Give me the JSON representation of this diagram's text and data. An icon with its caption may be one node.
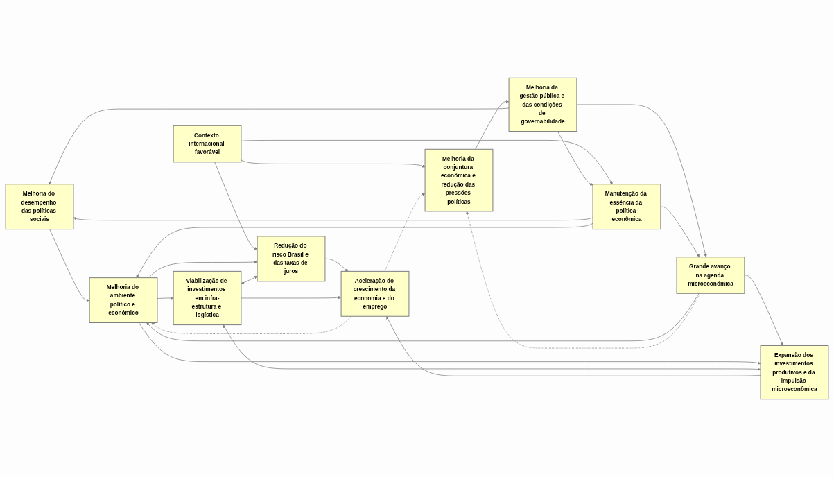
{
  "diagram": {
    "nodes": [
      {
        "text": [
          "Melhoria do desempenho das políticas sociais"
        ]
      },
      {
        "text": [
          "Redução do risco Brasil e das taxas de juros"
        ]
      },
      {
        "text": [
          "Contexto internacional favorável"
        ]
      },
      {
        "text": [
          "Manutenção da essência da política econômica"
        ]
      },
      {
        "text": [
          "Melhoria do ambiente político e econômico"
        ]
      },
      {
        "text": [
          "Viabilização de investimentos em infra-estrutura e logística"
        ]
      },
      {
        "text": [
          "Aceleração do crescimento da economia e do emprego"
        ]
      },
      {
        "text": [
          "Melhoria da conjuntura econômica e redução das pressões políticas"
        ]
      },
      {
        "text": [
          "Melhoria da gestão pública e das condições de governabilidade"
        ]
      },
      {
        "text": [
          "Grande avanço na agenda microeconômica"
        ]
      },
      {
        "text": [
          "Expansão dos investimentos produtivos e da impulsão microeconômica"
        ]
      }
    ],
    "edges": [
      {
        "from": 2,
        "to": 1,
        "arrow": "to"
      },
      {
        "from": 2,
        "to": 3,
        "arrow": "to"
      },
      {
        "from": 2,
        "to": 7,
        "arrow": "to"
      },
      {
        "from": 7,
        "to": 8,
        "arrow": "to"
      },
      {
        "from": 8,
        "to": 0,
        "arrow": "to"
      },
      {
        "from": 8,
        "to": 3,
        "arrow": "to"
      },
      {
        "from": 8,
        "to": 9,
        "arrow": "to"
      },
      {
        "from": 3,
        "to": 0,
        "arrow": "to"
      },
      {
        "from": 3,
        "to": 9,
        "arrow": "to"
      },
      {
        "from": 3,
        "to": 4,
        "arrow": "to"
      },
      {
        "from": 0,
        "to": 4,
        "arrow": "to"
      },
      {
        "from": 9,
        "to": 4,
        "arrow": "to"
      },
      {
        "from": 9,
        "to": 10,
        "arrow": "to"
      },
      {
        "from": 4,
        "to": 1,
        "arrow": "to"
      },
      {
        "from": 4,
        "to": 5,
        "arrow": "to"
      },
      {
        "from": 4,
        "to": 10,
        "arrow": "to"
      },
      {
        "from": 1,
        "to": 6,
        "arrow": "to"
      },
      {
        "from": 5,
        "to": 1,
        "arrow": "both"
      },
      {
        "from": 5,
        "to": 10,
        "arrow": "both"
      },
      {
        "from": 5,
        "to": 6,
        "arrow": "to"
      },
      {
        "from": 10,
        "to": 6,
        "arrow": "to"
      },
      {
        "from": 6,
        "to": 7,
        "arrow": "to",
        "style": "dashed"
      },
      {
        "from": 6,
        "to": 4,
        "arrow": "to",
        "style": "dashed"
      },
      {
        "from": 9,
        "to": 7,
        "arrow": "to",
        "style": "dashed"
      }
    ]
  }
}
